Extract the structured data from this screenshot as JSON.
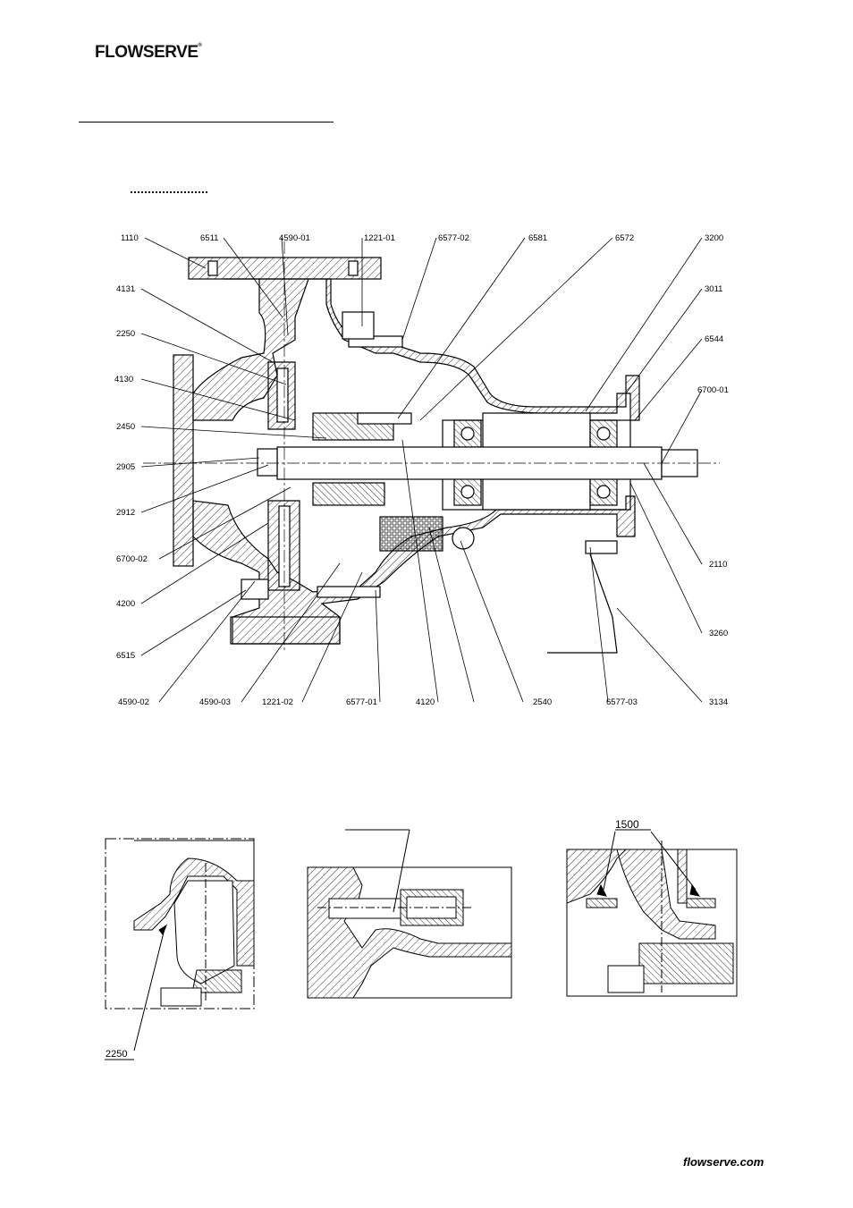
{
  "header": {
    "logo_text": "FLOWSERVE",
    "logo_mark": "®"
  },
  "drawing": {
    "callouts": [
      {
        "id": "1110",
        "label": "1110"
      },
      {
        "id": "6511",
        "label": "6511"
      },
      {
        "id": "4590-01",
        "label": "4590-01"
      },
      {
        "id": "1221-01",
        "label": "1221-01"
      },
      {
        "id": "6577-02",
        "label": "6577-02"
      },
      {
        "id": "6581",
        "label": "6581"
      },
      {
        "id": "6572",
        "label": "6572"
      },
      {
        "id": "3200",
        "label": "3200"
      },
      {
        "id": "4131",
        "label": "4131"
      },
      {
        "id": "3011",
        "label": "3011"
      },
      {
        "id": "2250",
        "label": "2250"
      },
      {
        "id": "6544",
        "label": "6544"
      },
      {
        "id": "4130",
        "label": "4130"
      },
      {
        "id": "6700-01",
        "label": "6700-01"
      },
      {
        "id": "2450",
        "label": "2450"
      },
      {
        "id": "2905",
        "label": "2905"
      },
      {
        "id": "2912",
        "label": "2912"
      },
      {
        "id": "6700-02",
        "label": "6700-02"
      },
      {
        "id": "2110",
        "label": "2110"
      },
      {
        "id": "4200",
        "label": "4200"
      },
      {
        "id": "3260",
        "label": "3260"
      },
      {
        "id": "6515",
        "label": "6515"
      },
      {
        "id": "3134",
        "label": "3134"
      },
      {
        "id": "4590-02",
        "label": "4590-02"
      },
      {
        "id": "4590-03",
        "label": "4590-03"
      },
      {
        "id": "1221-02",
        "label": "1221-02"
      },
      {
        "id": "6577-01",
        "label": "6577-01"
      },
      {
        "id": "4120",
        "label": "4120"
      },
      {
        "id": "2540",
        "label": "2540"
      },
      {
        "id": "6577-03",
        "label": "6577-03"
      }
    ],
    "details": [
      {
        "id": "detail-left",
        "label": "2250"
      },
      {
        "id": "detail-right",
        "label": "1500"
      }
    ]
  },
  "footer": {
    "website": "flowserve.com"
  }
}
